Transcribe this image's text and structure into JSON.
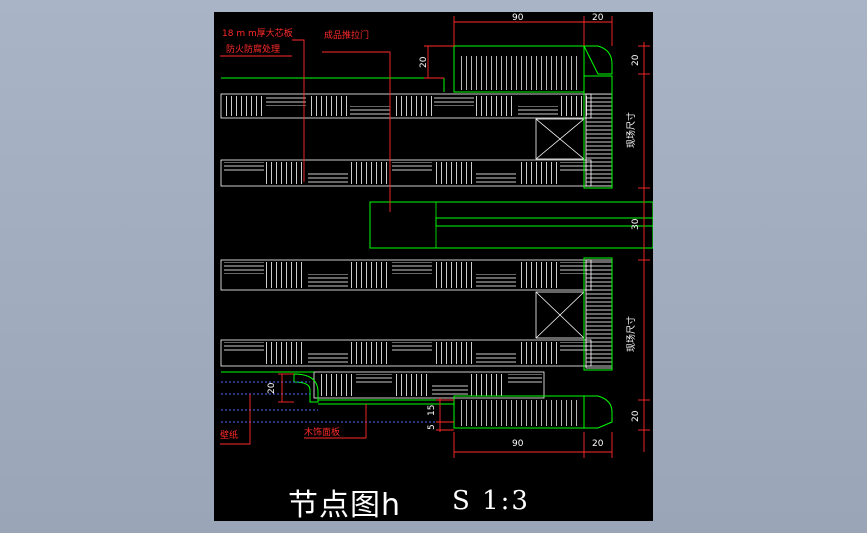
{
  "drawing": {
    "title": "节点图h",
    "scale": "S 1:3",
    "labels": {
      "core_board_line1": "18 m m厚大芯板",
      "core_board_line2": "防火防腐处理",
      "sliding_door": "成品推拉门",
      "wallpaper": "壁纸",
      "veneer": "木饰面板",
      "site_size_top": "现场尺寸",
      "site_size_bottom": "现场尺寸"
    },
    "dimensions": {
      "top_90": "90",
      "top_20": "20",
      "left_20_top": "20",
      "right_20_top": "20",
      "center_30": "30",
      "left_20_bottom": "20",
      "dim_15": "15",
      "dim_5": "5",
      "right_20_bottom": "20",
      "bottom_90": "90",
      "bottom_20": "20"
    },
    "colors": {
      "background": "#000000",
      "outline": "#00ff00",
      "annotation": "#ff2a2a",
      "hatch": "#ffffff",
      "hidden_line": "#4a6cff"
    }
  }
}
